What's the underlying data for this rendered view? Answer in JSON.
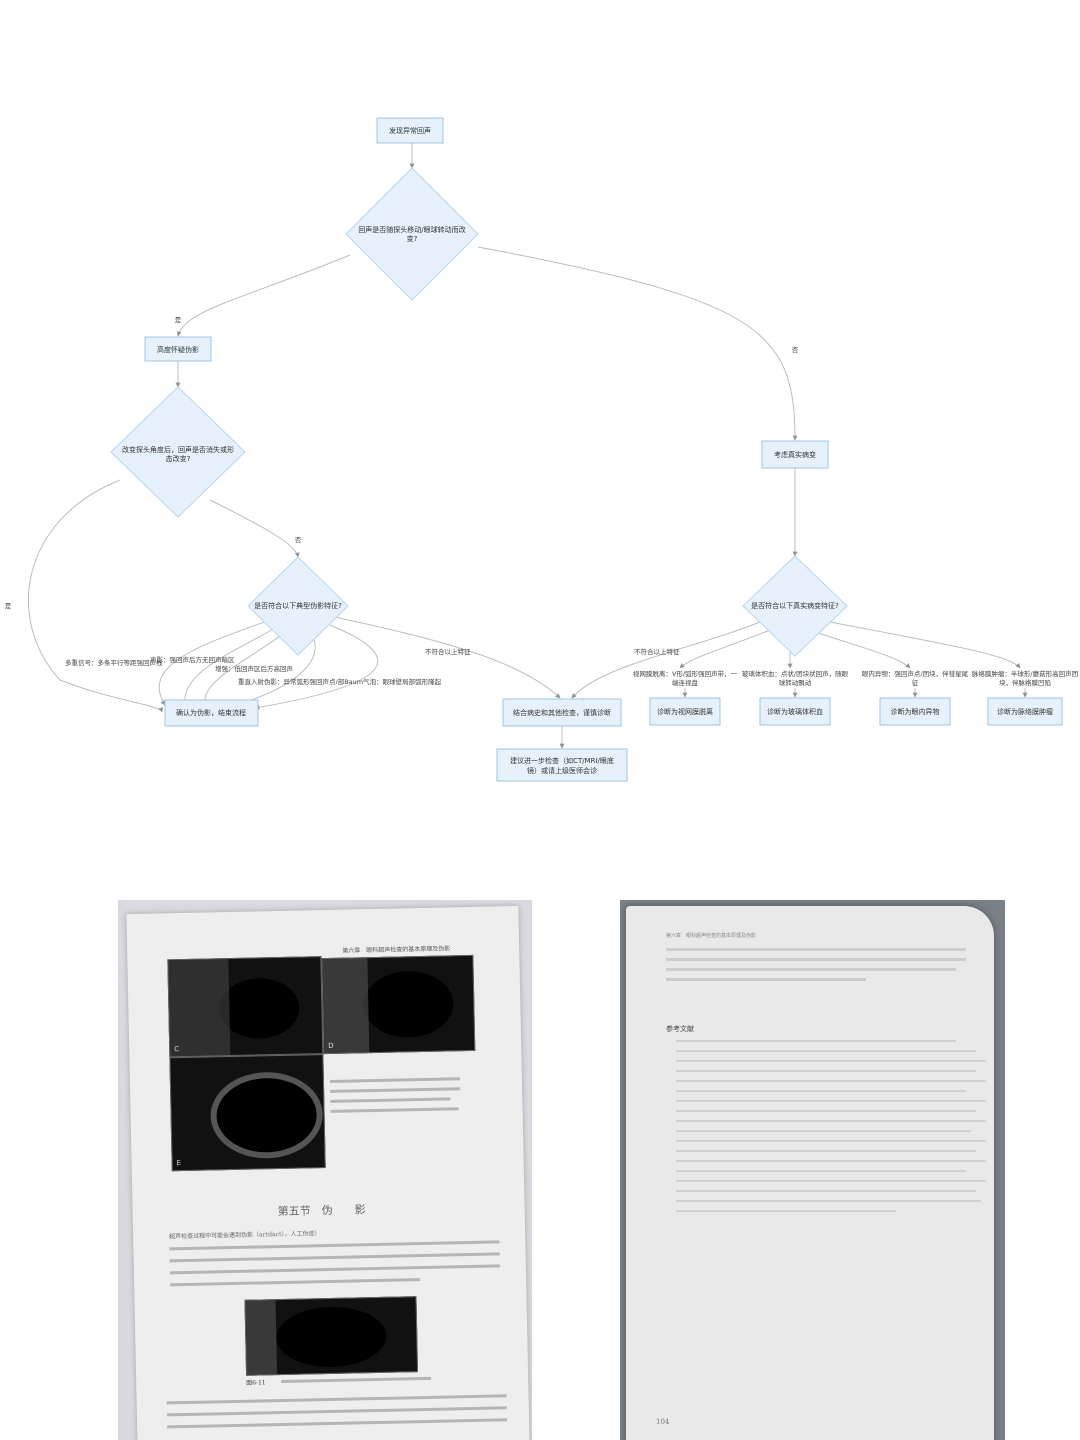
{
  "flowchart": {
    "start": "发现异常回声",
    "q1": [
      "回声是否随探头移动/眼球转动而改",
      "变?"
    ],
    "q1_yes": "是",
    "q1_no": "否",
    "suspect_artifact": "高度怀疑伪影",
    "q2": [
      "改变探头角度后，回声是否消失或形",
      "态改变?"
    ],
    "q2_yes": "是",
    "q2_no": "否",
    "q3": "是否符合以下典型伪影特征?",
    "art_reverb": "多重信号：多条平行等距强回声线",
    "art_shadow": "声影：强回声后方无回声暗区",
    "art_enhance": "增强：低回声区后方高回声",
    "art_refraction": "重直入射伪影：异常弧形强回声点/部Baum气泡：眼球壁局部弧形隆起",
    "art_not": "不符合以上特征",
    "confirm_artifact": "确认为伪影，结束流程",
    "consider_true": "考虑真实病变",
    "q4": "是否符合以下真实病变特征?",
    "true_not": "不符合以上特征",
    "feat_rd": [
      "视网膜脱离：V形/弧形强回声带，一",
      "端连视盘"
    ],
    "feat_vh": [
      "玻璃体积血：点状/团块状回声，随眼",
      "球转动飘动"
    ],
    "feat_fb": [
      "眼内异物：强回声点/团块，伴彗星尾",
      "征"
    ],
    "feat_cm": [
      "脉络膜肿瘤：半球形/蘑菇形高回声团",
      "块，伴脉络膜凹陷"
    ],
    "combine": "结合病史和其他检查，谨慎诊断",
    "diag_rd": "诊断为视网膜脱离",
    "diag_vh": "诊断为玻璃体积血",
    "diag_fb": "诊断为眼内异物",
    "diag_cm": "诊断为脉络膜肿瘤",
    "suggest": [
      "建议进一步检查（如CT/MRI/眼底",
      "镜）或请上级医师会诊"
    ]
  },
  "photos": {
    "left": {
      "header": "第六章　眼科超声检查的基本原理及伪影",
      "panel_labels": [
        "C",
        "D",
        "E"
      ],
      "figure_caption": "图6-11",
      "section_title": "第五节　伪　　影",
      "body_fragment": "超声检查过程中可能会遇到伪影（artifact），人工伪迹）"
    },
    "right": {
      "header": "第六章　眼科超声检查的基本原理及伪影",
      "refs_title": "参考文献",
      "page_number": "104"
    }
  }
}
